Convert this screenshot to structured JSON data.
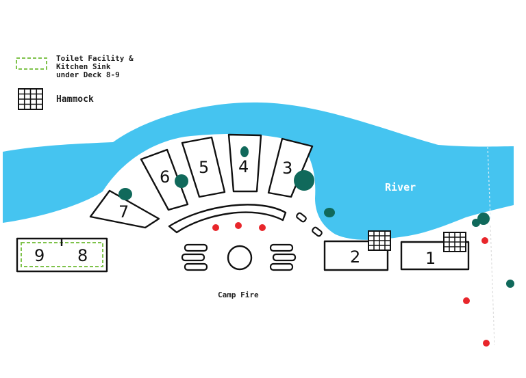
{
  "legend": {
    "toilet_label_lines": [
      "Toilet Facility &",
      "Kitchen Sink",
      "under Deck 8-9"
    ],
    "hammock_label": "Hammock",
    "toilet_icon": "dashed-green-rectangle",
    "hammock_icon": "grid-square-icon"
  },
  "map": {
    "river_label": "River",
    "campfire_label": "Camp Fire",
    "decks": [
      "1",
      "2",
      "3",
      "4",
      "5",
      "6",
      "7",
      "8",
      "9"
    ]
  },
  "colors": {
    "river": "#45c4f0",
    "tree": "#10695b",
    "light": "#e8262b",
    "toilet_outline": "#7ec24a",
    "ink": "#111111"
  }
}
